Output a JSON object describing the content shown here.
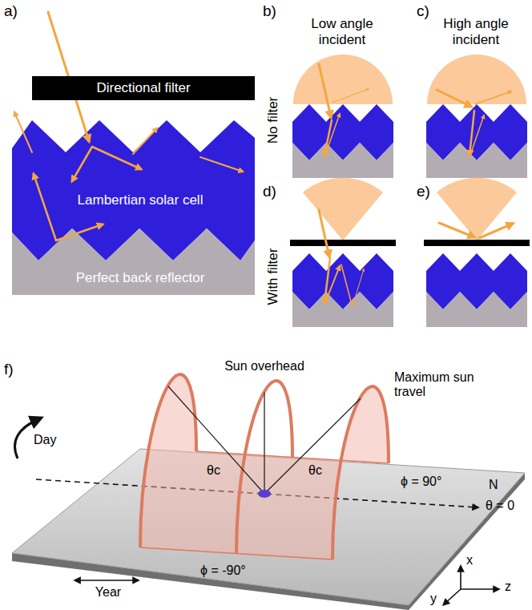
{
  "diagram": {
    "nodes": [
      {
        "text": [
          "Directional filter"
        ]
      },
      {
        "text": [
          "Lambertian solar cell"
        ]
      },
      {
        "text": [
          "Perfect back reflector"
        ]
      }
    ],
    "labels": [
      "a)",
      "b)",
      "c)",
      "Low angle incident",
      "High angle incident",
      "No filter",
      "With filter",
      "d)",
      "e)",
      "f)",
      "Sun overhead",
      "Maximum sun travel",
      "ϕ = 90°",
      "θc",
      "θc",
      "ϕ = -90°",
      "Day",
      "Year",
      "N",
      "θ = 0",
      "x",
      "y",
      "z"
    ]
  }
}
